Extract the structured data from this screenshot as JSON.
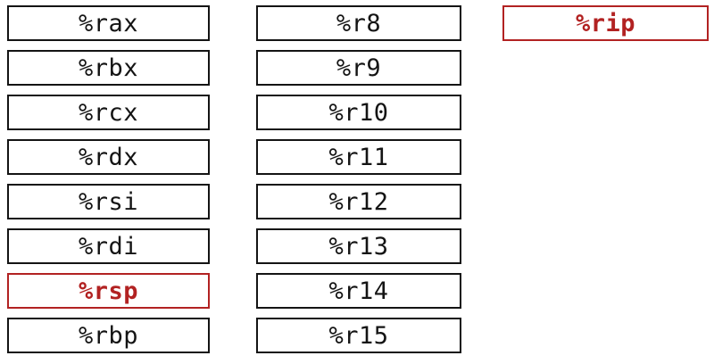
{
  "diagram": {
    "kind": "x86-64 register boxes"
  },
  "colors": {
    "background": "#ffffff",
    "box_border": "#141414",
    "box_text": "#141414",
    "highlight_red": "#b22222"
  },
  "registers": {
    "column1": [
      {
        "label": "%rax",
        "highlighted": false
      },
      {
        "label": "%rbx",
        "highlighted": false
      },
      {
        "label": "%rcx",
        "highlighted": false
      },
      {
        "label": "%rdx",
        "highlighted": false
      },
      {
        "label": "%rsi",
        "highlighted": false
      },
      {
        "label": "%rdi",
        "highlighted": false
      },
      {
        "label": "%rsp",
        "highlighted": true
      },
      {
        "label": "%rbp",
        "highlighted": false
      }
    ],
    "column2": [
      {
        "label": "%r8",
        "highlighted": false
      },
      {
        "label": "%r9",
        "highlighted": false
      },
      {
        "label": "%r10",
        "highlighted": false
      },
      {
        "label": "%r11",
        "highlighted": false
      },
      {
        "label": "%r12",
        "highlighted": false
      },
      {
        "label": "%r13",
        "highlighted": false
      },
      {
        "label": "%r14",
        "highlighted": false
      },
      {
        "label": "%r15",
        "highlighted": false
      }
    ],
    "column3": [
      {
        "label": "%rip",
        "highlighted": true
      }
    ]
  }
}
